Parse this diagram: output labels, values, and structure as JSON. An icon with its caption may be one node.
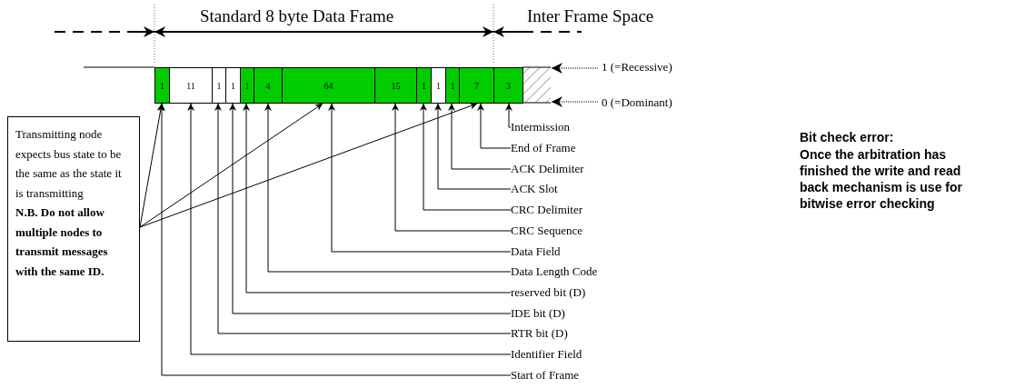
{
  "diagram": {
    "nodes": [
      {
        "text": [
          "1"
        ]
      },
      {
        "text": [
          "11"
        ]
      },
      {
        "text": [
          "1"
        ]
      },
      {
        "text": [
          "1"
        ]
      },
      {
        "text": [
          "1"
        ]
      },
      {
        "text": [
          "4"
        ]
      },
      {
        "text": [
          "64"
        ]
      },
      {
        "text": [
          "15"
        ]
      },
      {
        "text": [
          "1"
        ]
      },
      {
        "text": [
          "1"
        ]
      },
      {
        "text": [
          "1"
        ]
      },
      {
        "text": [
          "7"
        ]
      },
      {
        "text": [
          "3"
        ]
      },
      {
        "text": [
          "Intermission"
        ]
      },
      {
        "text": [
          "End of Frame"
        ]
      },
      {
        "text": [
          "ACK Delimiter"
        ]
      },
      {
        "text": [
          "ACK Slot"
        ]
      },
      {
        "text": [
          "CRC Delimiter"
        ]
      },
      {
        "text": [
          "CRC Sequence"
        ]
      },
      {
        "text": [
          "Data Field"
        ]
      },
      {
        "text": [
          "Data Length Code"
        ]
      },
      {
        "text": [
          "reserved bit (D)"
        ]
      },
      {
        "text": [
          "IDE bit (D)"
        ]
      },
      {
        "text": [
          "RTR bit (D)"
        ]
      },
      {
        "text": [
          "Identifier Field"
        ]
      },
      {
        "text": [
          "Start of Frame"
        ]
      },
      {
        "text": [
          "Transmitting node expects bus state to be the same as the state it is transmitting",
          "N.B. Do not allow multiple nodes to transmit messages with the same ID."
        ]
      },
      {
        "text": [
          "1 (=Recessive)"
        ]
      },
      {
        "text": [
          "0 (=Dominant)"
        ]
      },
      {
        "text": [],
        "shape": "box"
      }
    ],
    "edges": [
      {
        "from": 13,
        "to": 12,
        "arrow": "to"
      },
      {
        "from": 14,
        "to": 11,
        "arrow": "to"
      },
      {
        "from": 15,
        "to": 10,
        "arrow": "to"
      },
      {
        "from": 16,
        "to": 9,
        "arrow": "to"
      },
      {
        "from": 17,
        "to": 8,
        "arrow": "to"
      },
      {
        "from": 18,
        "to": 7,
        "arrow": "to"
      },
      {
        "from": 19,
        "to": 6,
        "arrow": "to"
      },
      {
        "from": 20,
        "to": 5,
        "arrow": "to"
      },
      {
        "from": 21,
        "to": 4,
        "arrow": "to"
      },
      {
        "from": 22,
        "to": 3,
        "arrow": "to"
      },
      {
        "from": 23,
        "to": 2,
        "arrow": "to"
      },
      {
        "from": 24,
        "to": 1,
        "arrow": "to"
      },
      {
        "from": 25,
        "to": 0,
        "arrow": "to"
      },
      {
        "from": 26,
        "to": 0,
        "arrow": "to"
      },
      {
        "from": 26,
        "to": 6,
        "arrow": "to"
      },
      {
        "from": 26,
        "to": 11,
        "arrow": "to"
      },
      {
        "from": 27,
        "to": 29,
        "arrow": "to",
        "style": "dashed"
      },
      {
        "from": 28,
        "to": 29,
        "arrow": "to",
        "style": "dashed"
      }
    ],
    "labels": [
      "Standard 8 byte Data Frame",
      "Inter Frame Space",
      "Bit check error:",
      "Once the arbitration has finished the write and read back mechanism is use for bitwise error checking"
    ]
  }
}
